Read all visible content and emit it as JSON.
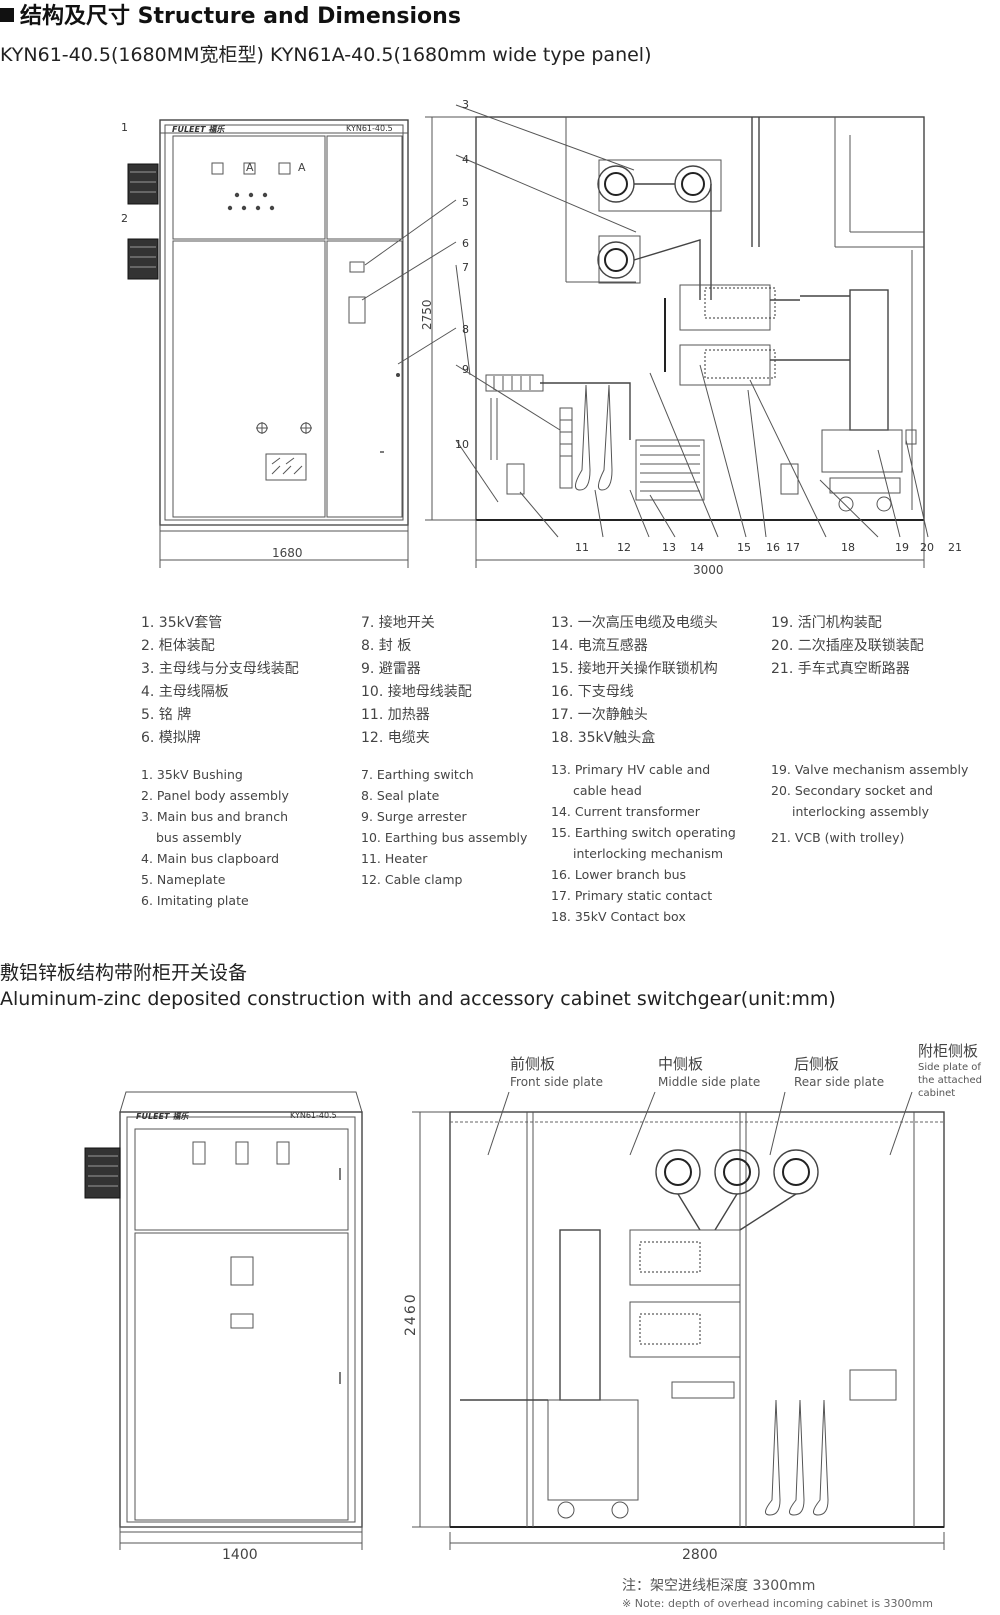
{
  "header": {
    "square_icon": "black-square-icon",
    "title": "结构及尺寸 Structure and Dimensions",
    "subtitle": "KYN61-40.5(1680MM宽柜型) KYN61A-40.5(1680mm wide type panel)"
  },
  "diagram1": {
    "panel_brand": "FULEET 福乐",
    "panel_model": "KYN61-40.5",
    "indicator_a1": "A",
    "indicator_a2": "A",
    "dim_width_front": "1680",
    "dim_height": "2750",
    "dim_depth": "3000",
    "callouts": [
      "1",
      "2",
      "3",
      "4",
      "5",
      "6",
      "7",
      "8",
      "9",
      "10",
      "11",
      "12",
      "13",
      "14",
      "15",
      "16",
      "17",
      "18",
      "19",
      "20",
      "21"
    ]
  },
  "legend_cn": {
    "col1": [
      "1. 35kV套管",
      "2. 柜体装配",
      "3. 主母线与分支母线装配",
      "4. 主母线隔板",
      "5. 铭 牌",
      "6. 模拟牌"
    ],
    "col2": [
      "7. 接地开关",
      "8. 封 板",
      "9. 避雷器",
      "10. 接地母线装配",
      "11. 加热器",
      "12. 电缆夹"
    ],
    "col3": [
      "13. 一次高压电缆及电缆头",
      "14. 电流互感器",
      "15. 接地开关操作联锁机构",
      "16. 下支母线",
      "17. 一次静触头",
      "18. 35kV触头盒"
    ],
    "col4": [
      "19. 活门机构装配",
      "20. 二次插座及联锁装配",
      "21. 手车式真空断路器"
    ]
  },
  "legend_en": {
    "col1": [
      "1. 35kV Bushing",
      "2. Panel body assembly",
      "3. Main bus and branch",
      "bus assembly",
      "4. Main bus clapboard",
      "5. Nameplate",
      "6. Imitating plate"
    ],
    "col2": [
      "7. Earthing switch",
      "8. Seal plate",
      "9. Surge arrester",
      "10. Earthing bus assembly",
      "11. Heater",
      "12. Cable clamp"
    ],
    "col3": [
      "13. Primary HV cable and",
      "cable head",
      "14. Current transformer",
      "15. Earthing switch operating",
      "interlocking  mechanism",
      "16. Lower branch bus",
      "17. Primary static contact",
      "18. 35kV Contact box"
    ],
    "col4": [
      "19. Valve mechanism assembly",
      "20. Secondary socket and",
      "interlocking assembly",
      "21. VCB (with trolley)"
    ]
  },
  "section2": {
    "title_cn": "敷铝锌板结构带附柜开关设备",
    "title_en": "Aluminum-zinc deposited construction with and accessory cabinet switchgear(unit:mm)"
  },
  "diagram2": {
    "panel_brand": "FULEET 福乐",
    "panel_model": "KYN61-40.5",
    "labels": [
      {
        "cn": "前侧板",
        "en": "Front side plate"
      },
      {
        "cn": "中侧板",
        "en": "Middle side plate"
      },
      {
        "cn": "后侧板",
        "en": "Rear side plate"
      },
      {
        "cn": "附柜侧板",
        "en": "Side plate of the attached cabinet"
      }
    ],
    "dim_width_front": "1400",
    "dim_height": "2460",
    "dim_depth": "2800"
  },
  "note": {
    "cn": "注：架空进线柜深度 3300mm",
    "en": "※ Note: depth of overhead incoming cabinet is 3300mm"
  }
}
